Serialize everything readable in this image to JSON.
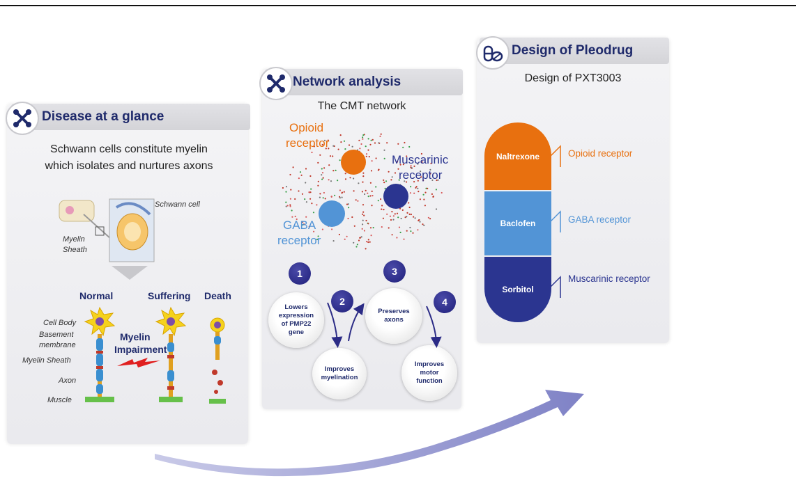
{
  "panel1": {
    "title": "Disease at a glance",
    "subtitle_line1": "Schwann cells constitute myelin",
    "subtitle_line2": "which isolates and nurtures axons",
    "schwann_label": "Schwann cell",
    "myelin_label_line1": "Myelin",
    "myelin_label_line2": "Sheath",
    "stages": [
      "Normal",
      "Suffering",
      "Death"
    ],
    "anatomy": [
      "Cell Body",
      "Basement",
      "membrane",
      "Myelin Sheath",
      "Axon",
      "Muscle"
    ],
    "impairment_line1": "Myelin",
    "impairment_line2": "Impairment"
  },
  "panel2": {
    "title": "Network analysis",
    "subtitle": "The CMT network",
    "opioid_line1": "Opioid",
    "opioid_line2": "receptor",
    "muscarinic_line1": "Muscarinic",
    "muscarinic_line2": "receptor",
    "gaba_line1": "GABA",
    "gaba_line2": "receptor",
    "steps": [
      "1",
      "2",
      "3",
      "4"
    ],
    "bubbles": {
      "lowers": [
        "Lowers",
        "expression",
        "of PMP22",
        "gene"
      ],
      "myelination": [
        "Improves",
        "myelination"
      ],
      "axons": [
        "Preserves",
        "axons"
      ],
      "motor": [
        "Improves",
        "motor",
        "function"
      ]
    }
  },
  "panel3": {
    "title": "Design of Pleodrug",
    "subtitle": "Design of PXT3003",
    "drugs": [
      "Naltrexone",
      "Baclofen",
      "Sorbitol"
    ],
    "receptors": [
      "Opioid receptor",
      "GABA receptor",
      "Muscarinic receptor"
    ]
  },
  "colors": {
    "header_text": "#1f2a6b",
    "opioid": "#e8700f",
    "gaba": "#5294d6",
    "muscarinic": "#2b3590",
    "arrow": "#8e90cc"
  },
  "icons": [
    "molecule-icon",
    "molecule-icon",
    "capsule-icon"
  ]
}
